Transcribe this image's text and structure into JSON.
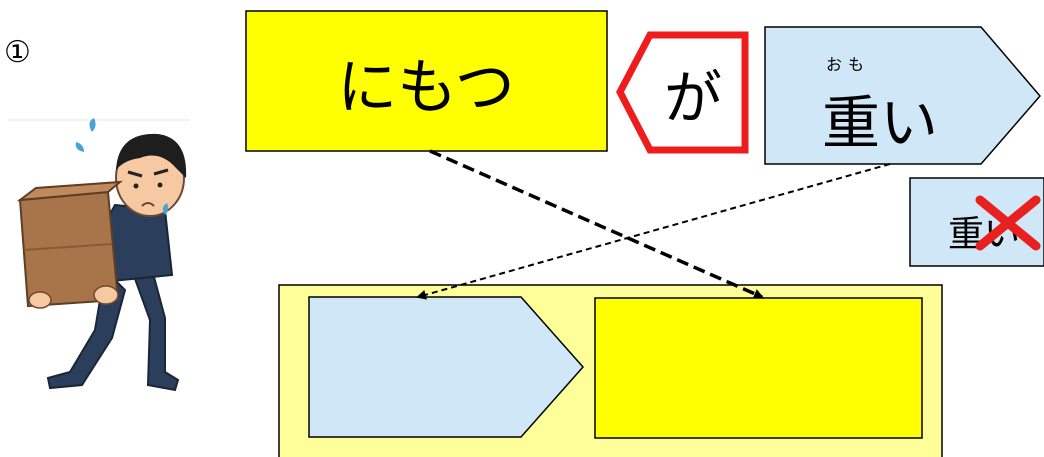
{
  "problem_number": "①",
  "subject_box": {
    "text": "にもつ"
  },
  "particle_box": {
    "text": "が"
  },
  "predicate_box": {
    "text": "重い",
    "furigana": "おも"
  },
  "wrong_box": {
    "text": "重い"
  },
  "icons": {
    "illustration": "man-carrying-heavy-box-illustration",
    "cross": "cross-mark-icon"
  },
  "colors": {
    "subject_fill": "#ffff00",
    "predicate_fill": "#cfe7f7",
    "answer_area_fill": "#ffff99",
    "particle_border": "#ee1c1c",
    "cross_mark": "#e82020"
  }
}
